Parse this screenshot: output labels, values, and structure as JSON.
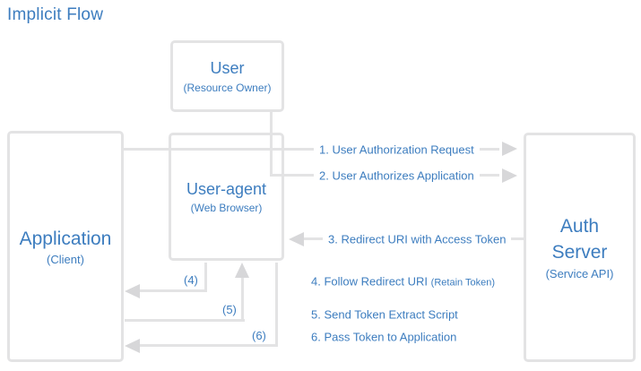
{
  "title": "Implicit Flow",
  "colors": {
    "accent": "#3d7dbf",
    "line": "#e3e3e4",
    "arrowhead": "#d7d7d9"
  },
  "boxes": {
    "user": {
      "title": "User",
      "subtitle": "(Resource Owner)"
    },
    "user_agent": {
      "title": "User-agent",
      "subtitle": "(Web Browser)"
    },
    "application": {
      "title": "Application",
      "subtitle": "(Client)"
    },
    "auth_server": {
      "title": "Auth Server",
      "subtitle": "(Service API)"
    }
  },
  "steps": [
    {
      "label": "1. User Authorization Request"
    },
    {
      "label": "2. User Authorizes Application"
    },
    {
      "label": "3. Redirect URI with Access Token"
    },
    {
      "label": "4. Follow Redirect URI",
      "note": "(Retain Token)"
    },
    {
      "label": "5. Send Token Extract Script"
    },
    {
      "label": "6. Pass Token to Application"
    }
  ],
  "markers": [
    {
      "label": "(4)"
    },
    {
      "label": "(5)"
    },
    {
      "label": "(6)"
    }
  ]
}
